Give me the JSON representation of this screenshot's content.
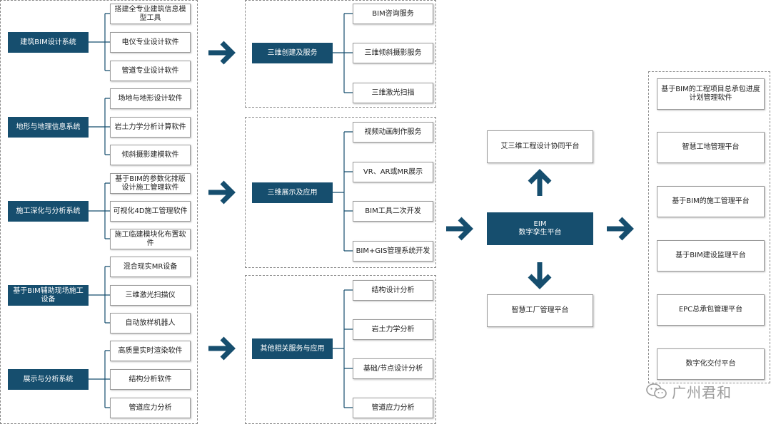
{
  "column1": {
    "groups": [
      {
        "label": "建筑BIM设计系统",
        "items": [
          "搭建全专业建筑信息模型工具",
          "电仪专业设计软件",
          "管道专业设计软件"
        ]
      },
      {
        "label": "地形与地理信息系统",
        "items": [
          "场地与地形设计软件",
          "岩土力学分析计算软件",
          "倾斜摄影建模软件"
        ]
      },
      {
        "label": "施工深化与分析系统",
        "items": [
          "基于BIM的参数化排版设计施工管理软件",
          "可视化4D施工管理软件",
          "施工临建模块化布置软件"
        ]
      },
      {
        "label": "基于BIM辅助现场施工设备",
        "items": [
          "混合现实MR设备",
          "三维激光扫描仪",
          "自动放样机器人"
        ]
      },
      {
        "label": "展示与分析系统",
        "items": [
          "高质量实时渲染软件",
          "结构分析软件",
          "管道应力分析"
        ]
      }
    ]
  },
  "column2": {
    "groups": [
      {
        "label": "三维创建及服务",
        "items": [
          "BIM咨询服务",
          "三维倾斜摄影服务",
          "三维激光扫描"
        ]
      },
      {
        "label": "三维展示及应用",
        "items": [
          "视频动画制作服务",
          "VR、AR或MR展示",
          "BIM工具二次开发",
          "BIM+GIS管理系统开发"
        ]
      },
      {
        "label": "其他相关服务与应用",
        "items": [
          "结构设计分析",
          "岩土力学分析",
          "基础/节点设计分析",
          "管道应力分析"
        ]
      }
    ]
  },
  "center": {
    "top": "艾三维工程设计协同平台",
    "main_line1": "EIM",
    "main_line2": "数字孪生平台",
    "bottom": "智慧工厂管理平台"
  },
  "right": {
    "items": [
      "基于BIM的工程项目总承包进度计划管理软件",
      "智慧工地管理平台",
      "基于BIM的施工管理平台",
      "基于BIM建设监理平台",
      "EPC总承包管理平台",
      "数字化交付平台"
    ]
  },
  "watermark": "广州君和",
  "colors": {
    "primary": "#164e6e",
    "line": "#164e6e",
    "dashed_border": "#8a8a8a"
  }
}
